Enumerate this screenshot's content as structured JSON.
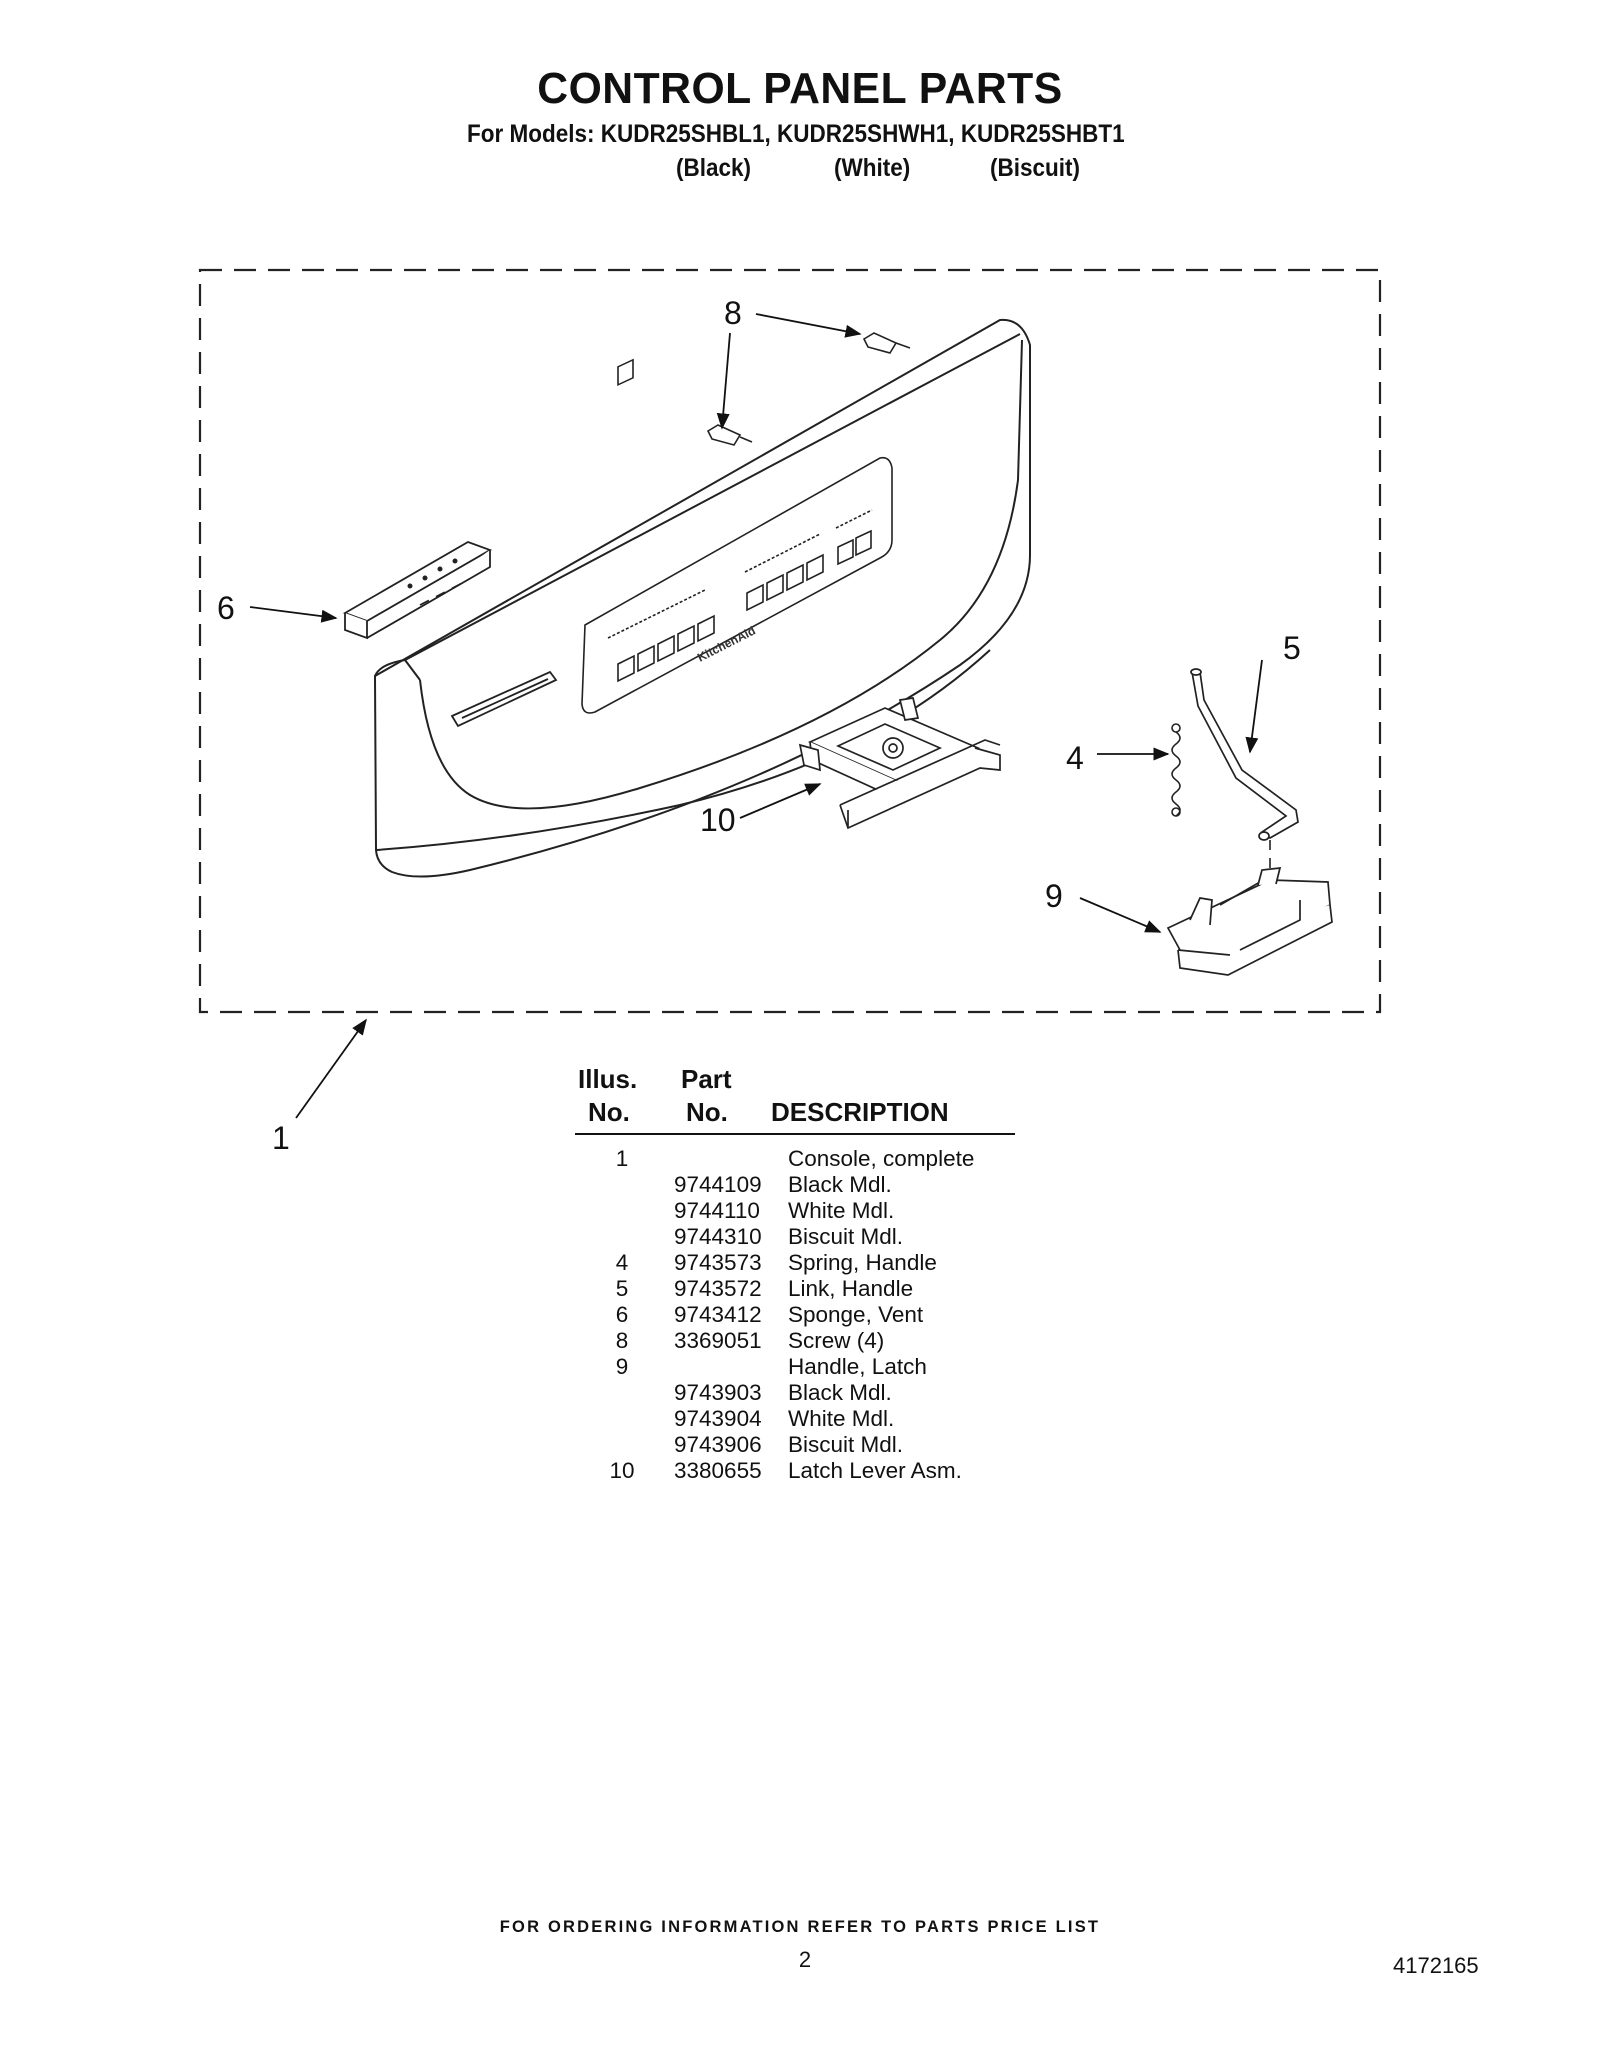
{
  "header": {
    "title": "CONTROL PANEL PARTS",
    "subtitle": "For Models: KUDR25SHBL1, KUDR25SHWH1, KUDR25SHBT1",
    "variants": [
      "(Black)",
      "(White)",
      "(Biscuit)"
    ]
  },
  "diagram": {
    "callouts": [
      "8",
      "6",
      "5",
      "4",
      "10",
      "9",
      "1"
    ],
    "brand_mark": "KitchenAid"
  },
  "parts_table": {
    "headers": {
      "illus_line1": "Illus.",
      "illus_line2": "No.",
      "part_line1": "Part",
      "part_line2": "No.",
      "description": "DESCRIPTION"
    },
    "rows": [
      {
        "illus": "1",
        "part": "",
        "desc": "Console, complete"
      },
      {
        "illus": "",
        "part": "9744109",
        "desc": "Black Mdl."
      },
      {
        "illus": "",
        "part": "9744110",
        "desc": "White Mdl."
      },
      {
        "illus": "",
        "part": "9744310",
        "desc": "Biscuit Mdl."
      },
      {
        "illus": "4",
        "part": "9743573",
        "desc": "Spring, Handle"
      },
      {
        "illus": "5",
        "part": "9743572",
        "desc": "Link, Handle"
      },
      {
        "illus": "6",
        "part": "9743412",
        "desc": "Sponge, Vent"
      },
      {
        "illus": "8",
        "part": "3369051",
        "desc": "Screw (4)"
      },
      {
        "illus": "9",
        "part": "",
        "desc": "Handle, Latch"
      },
      {
        "illus": "",
        "part": "9743903",
        "desc": "Black Mdl."
      },
      {
        "illus": "",
        "part": "9743904",
        "desc": "White Mdl."
      },
      {
        "illus": "",
        "part": "9743906",
        "desc": "Biscuit Mdl."
      },
      {
        "illus": "10",
        "part": "3380655",
        "desc": "Latch Lever Asm."
      }
    ]
  },
  "footer": {
    "ordering_note": "FOR ORDERING INFORMATION REFER TO PARTS PRICE LIST",
    "page_number": "2",
    "document_number": "4172165"
  }
}
